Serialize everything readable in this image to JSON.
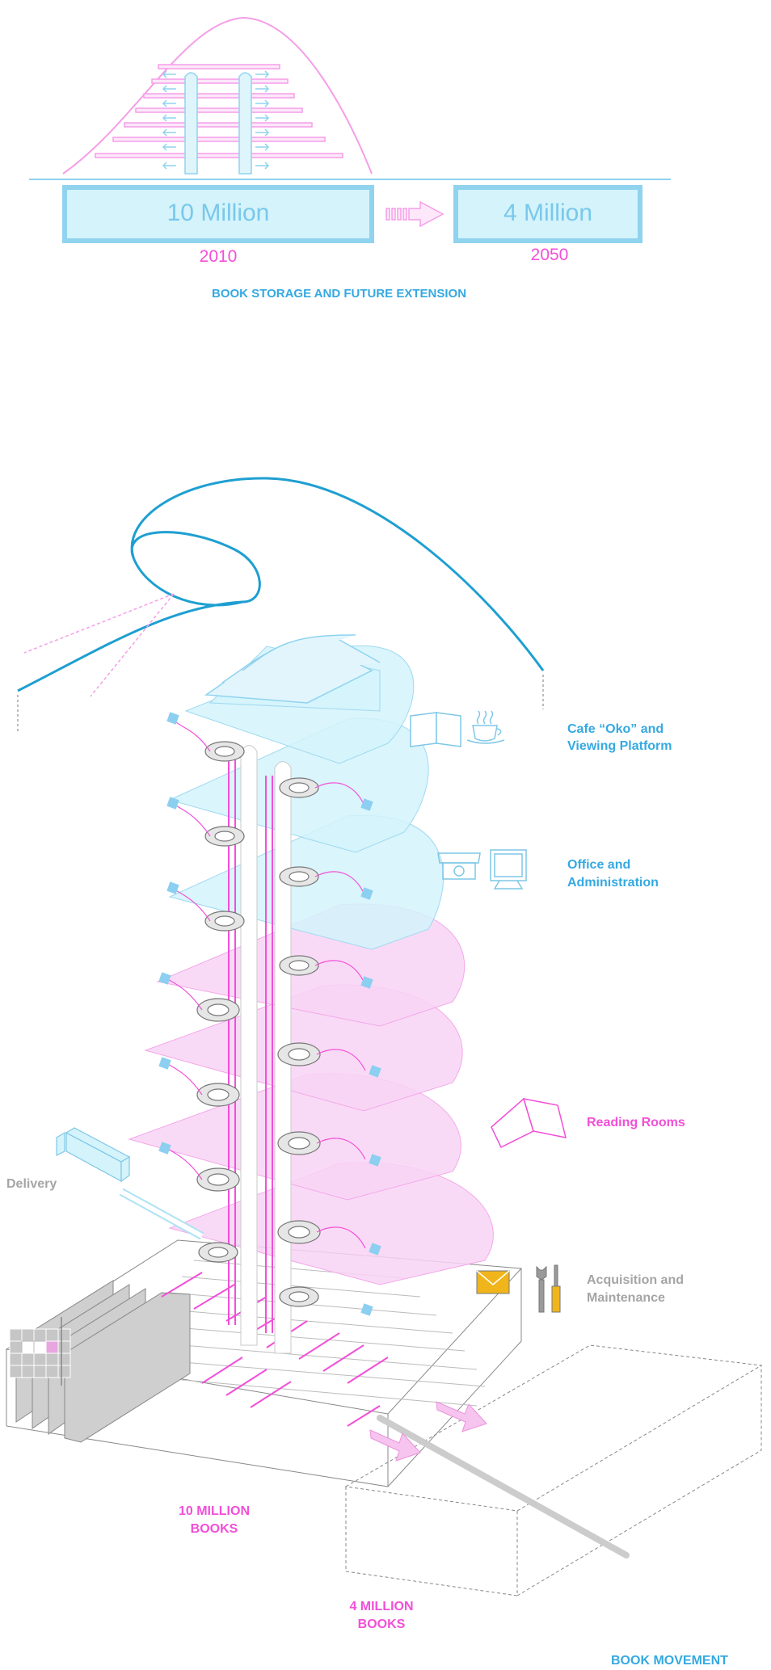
{
  "storage": {
    "box_left_value": "10 Million",
    "box_right_value": "4 Million",
    "year_left": "2010",
    "year_right": "2050",
    "caption": "BOOK STORAGE AND FUTURE EXTENSION"
  },
  "movement": {
    "labels": {
      "cafe": "Cafe “Oko” and\nViewing Platform",
      "office": "Office and\nAdministration",
      "reading": "Reading Rooms",
      "acquisition": "Acquisition and\nMaintenance",
      "delivery": "Delivery",
      "ten_million": "10 MILLION\nBOOKS",
      "four_million": "4 MILLION\nBOOKS"
    },
    "caption": "BOOK MOVEMENT"
  },
  "colors": {
    "blue": "#35a9e1",
    "light_blue": "#d4f3fb",
    "pink": "#f24fd8",
    "light_pink": "#f8d4f4",
    "grey": "#a5a5a5"
  },
  "icons": [
    "book-icon",
    "coffee-cup-icon",
    "telephone-icon",
    "monitor-icon",
    "open-book-icon",
    "envelope-icon",
    "wrench-icon",
    "screwdriver-icon",
    "truck-icon"
  ]
}
